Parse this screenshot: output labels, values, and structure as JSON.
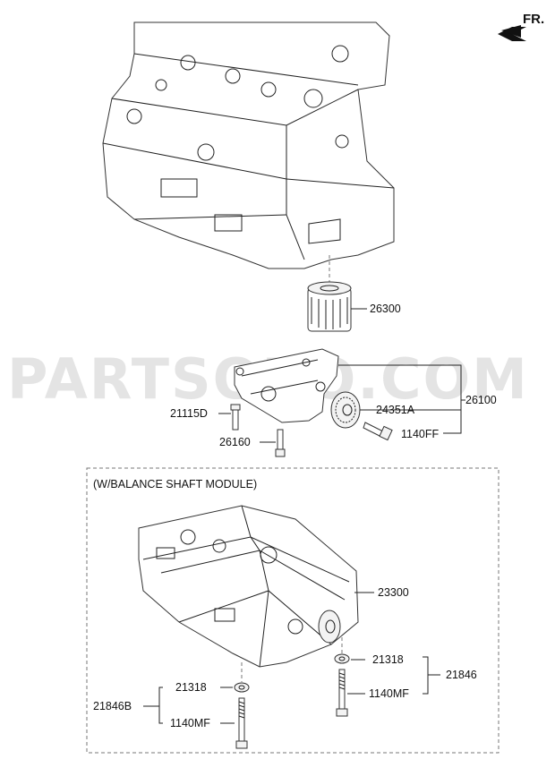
{
  "direction": {
    "label": "FR."
  },
  "watermark": "PARTSOUQ.COM",
  "box_title": "(W/BALANCE SHAFT MODULE)",
  "labels": {
    "p26300": "26300",
    "p26100": "26100",
    "p21115D": "21115D",
    "p24351A": "24351A",
    "p1140FF": "1140FF",
    "p26160": "26160",
    "p23300": "23300",
    "p21318a": "21318",
    "p21846": "21846",
    "p1140MFa": "1140MF",
    "p21846B": "21846B",
    "p21318b": "21318",
    "p1140MFb": "1140MF"
  }
}
